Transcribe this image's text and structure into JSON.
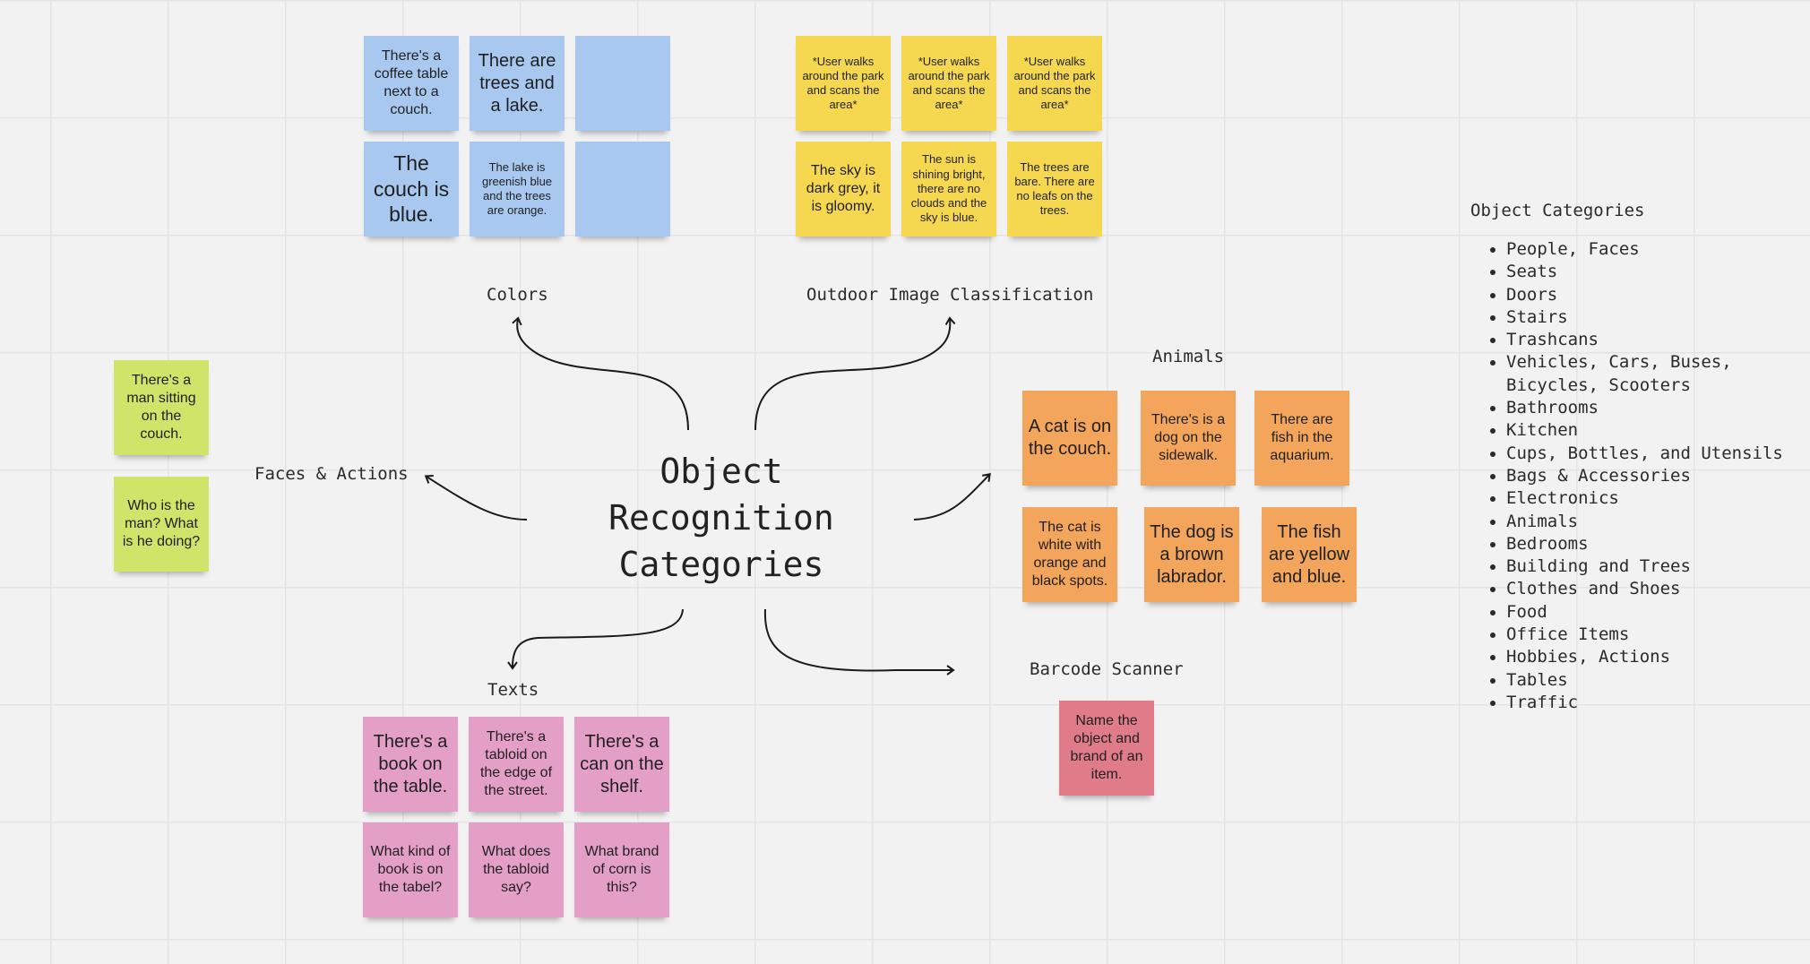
{
  "center_title": [
    "Object",
    "Recognition",
    "Categories"
  ],
  "labels": {
    "colors": "Colors",
    "outdoor": "Outdoor Image Classification",
    "animals": "Animals",
    "faces": "Faces & Actions",
    "texts": "Texts",
    "barcode": "Barcode Scanner"
  },
  "colors_notes": [
    "There's a coffee table next to a couch.",
    "There are trees and a lake.",
    "",
    "The couch is blue.",
    "The lake is greenish blue and the trees are orange.",
    ""
  ],
  "outdoor_notes": [
    "*User walks around the park and scans the area*",
    "*User walks around the park and scans the area*",
    "*User walks around the park and scans the area*",
    "The sky is dark grey, it is gloomy.",
    "The sun is shining bright, there are no clouds and the sky is blue.",
    "The trees are bare. There are no leafs on the trees."
  ],
  "animals_notes": [
    "A cat is on the couch.",
    "There's is a dog on the sidewalk.",
    "There are fish in the aquarium.",
    "The cat is white with orange and black spots.",
    "The dog is a brown labrador.",
    "The fish are yellow and blue."
  ],
  "faces_notes": [
    "There's a man sitting on the couch.",
    "Who is the man? What is he doing?"
  ],
  "texts_notes": [
    "There's a book on the table.",
    "There's a tabloid on the edge of the street.",
    "There's a can on the shelf.",
    "What kind of book is on the tabel?",
    "What does the tabloid say?",
    "What brand of corn is this?"
  ],
  "barcode_notes": [
    "Name the object and brand of an item."
  ],
  "side_list": {
    "title": "Object Categories",
    "items": [
      "People, Faces",
      "Seats",
      "Doors",
      "Stairs",
      "Trashcans",
      "Vehicles, Cars, Buses, Bicycles, Scooters",
      "Bathrooms",
      "Kitchen",
      "Cups, Bottles, and Utensils",
      "Bags & Accessories",
      "Electronics",
      "Animals",
      "Bedrooms",
      "Building and Trees",
      "Clothes and Shoes",
      "Food",
      "Office Items",
      "Hobbies, Actions",
      "Tables",
      "Traffic"
    ]
  },
  "colors_palette": {
    "blue": "#a9c8f0",
    "yellow": "#f5d84f",
    "orange": "#f2a55b",
    "green": "#cfe468",
    "pink": "#e49fc6",
    "red": "#e07c8a"
  }
}
